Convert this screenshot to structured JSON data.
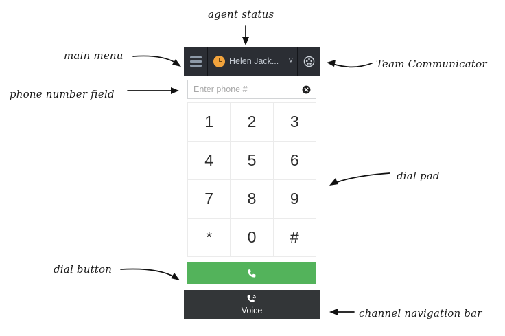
{
  "widget": {
    "header": {
      "menu_icon": "hamburger-menu-icon",
      "status": {
        "avatar_icon": "clock-status-icon",
        "name": "Helen Jack...",
        "chevron": "˅",
        "status_color": "#f2a33c"
      },
      "team_communicator_icon": "team-communicator-icon",
      "background_color": "#2b2e34"
    },
    "phone_field": {
      "value": "",
      "placeholder": "Enter phone #",
      "clear_icon": "clear-circle-x-icon"
    },
    "dialpad": {
      "keys": [
        "1",
        "2",
        "3",
        "4",
        "5",
        "6",
        "7",
        "8",
        "9",
        "*",
        "0",
        "#"
      ]
    },
    "dial_button": {
      "icon": "phone-handset-icon",
      "label": "",
      "color": "#53b35b"
    },
    "nav_bar": {
      "icon": "voice-channel-icon",
      "label": "Voice",
      "background_color": "#333638"
    }
  },
  "annotations": [
    {
      "id": "agent-status",
      "text": "agent status"
    },
    {
      "id": "main-menu",
      "text": "main menu"
    },
    {
      "id": "team-communicator",
      "text": "Team Communicator"
    },
    {
      "id": "phone-number-field",
      "text": "phone number field"
    },
    {
      "id": "dial-pad",
      "text": "dial pad"
    },
    {
      "id": "dial-button",
      "text": "dial button"
    },
    {
      "id": "channel-navigation-bar",
      "text": "channel navigation bar"
    }
  ]
}
